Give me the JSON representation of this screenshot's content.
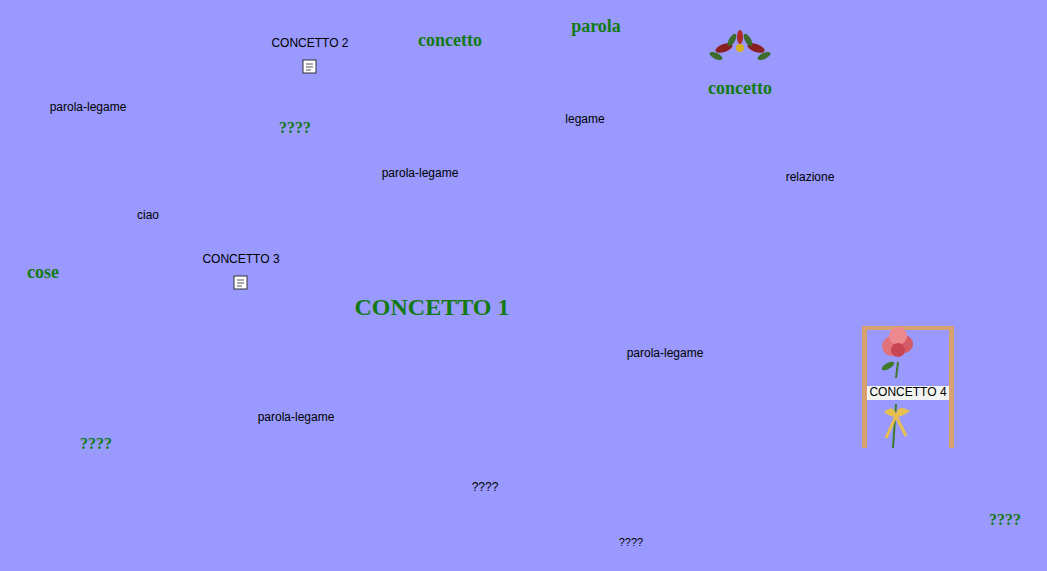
{
  "diagram": {
    "nodes": [
      {
        "text": [
          "CONCETTO 2"
        ]
      },
      {
        "text": [
          "concetto"
        ]
      },
      {
        "text": [
          "parola"
        ]
      },
      {
        "text": [
          "concetto"
        ]
      },
      {
        "text": [
          "parola-legame"
        ]
      },
      {
        "text": [
          "????"
        ]
      },
      {
        "text": [
          "legame"
        ]
      },
      {
        "text": [
          "parola-legame"
        ]
      },
      {
        "text": [
          "relazione"
        ]
      },
      {
        "text": [
          "ciao"
        ]
      },
      {
        "text": [
          "cose"
        ]
      },
      {
        "text": [
          "CONCETTO 3"
        ]
      },
      {
        "text": [
          "CONCETTO 1"
        ]
      },
      {
        "text": [
          "parola-legame"
        ]
      },
      {
        "text": [
          "CONCETTO 4"
        ]
      },
      {
        "text": [
          "parola-legame"
        ]
      },
      {
        "text": [
          "????"
        ]
      },
      {
        "text": [
          "????"
        ]
      },
      {
        "text": [
          "????"
        ]
      },
      {
        "text": [
          "????"
        ]
      }
    ],
    "edges": [
      {
        "from": 4,
        "to": 0,
        "arrow": "none"
      },
      {
        "from": 4,
        "to": 11,
        "arrow": "to"
      },
      {
        "from": 4,
        "to": 10,
        "arrow": "none"
      },
      {
        "from": 10,
        "to": 9,
        "arrow": "none"
      },
      {
        "from": 9,
        "to": 11,
        "arrow": "to"
      },
      {
        "from": 7,
        "to": 0,
        "arrow": "to"
      },
      {
        "from": 12,
        "to": 7,
        "arrow": "none"
      },
      {
        "from": 6,
        "to": 0,
        "arrow": "to"
      },
      {
        "from": 2,
        "to": 6,
        "arrow": "none"
      },
      {
        "from": 6,
        "to": 14,
        "arrow": "none"
      },
      {
        "from": 14,
        "to": 8,
        "arrow": "none"
      },
      {
        "from": 8,
        "to": 3,
        "arrow": "to"
      },
      {
        "from": 12,
        "to": 13,
        "arrow": "none"
      },
      {
        "from": 13,
        "to": 14,
        "arrow": "to"
      },
      {
        "from": 15,
        "to": 11,
        "arrow": "to"
      },
      {
        "from": 15,
        "to": 17,
        "arrow": "none"
      },
      {
        "from": 11,
        "to": 19,
        "arrow": "none"
      },
      {
        "from": 19,
        "to": 14,
        "arrow": "to"
      },
      {
        "from": 14,
        "to": 18,
        "arrow": "to"
      }
    ]
  }
}
